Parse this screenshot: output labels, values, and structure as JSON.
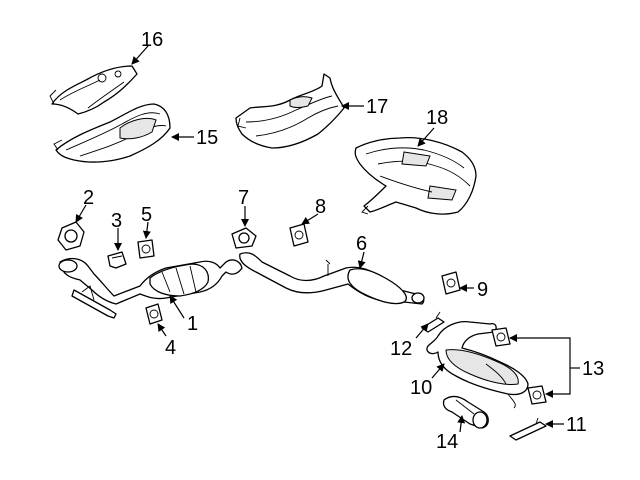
{
  "diagram": {
    "callouts": {
      "c1": "1",
      "c2": "2",
      "c3": "3",
      "c4": "4",
      "c5": "5",
      "c6": "6",
      "c7": "7",
      "c8": "8",
      "c9": "9",
      "c10": "10",
      "c11": "11",
      "c12": "12",
      "c13": "13",
      "c14": "14",
      "c15": "15",
      "c16": "16",
      "c17": "17",
      "c18": "18"
    },
    "parts": [
      "catalytic-converter",
      "gasket",
      "bracket",
      "hanger",
      "insulator",
      "center-pipe",
      "gasket",
      "hanger",
      "hanger",
      "muffler",
      "bracket",
      "bracket",
      "insulator",
      "tail-pipe",
      "heat-shield",
      "heat-shield",
      "heat-shield",
      "heat-shield"
    ]
  }
}
